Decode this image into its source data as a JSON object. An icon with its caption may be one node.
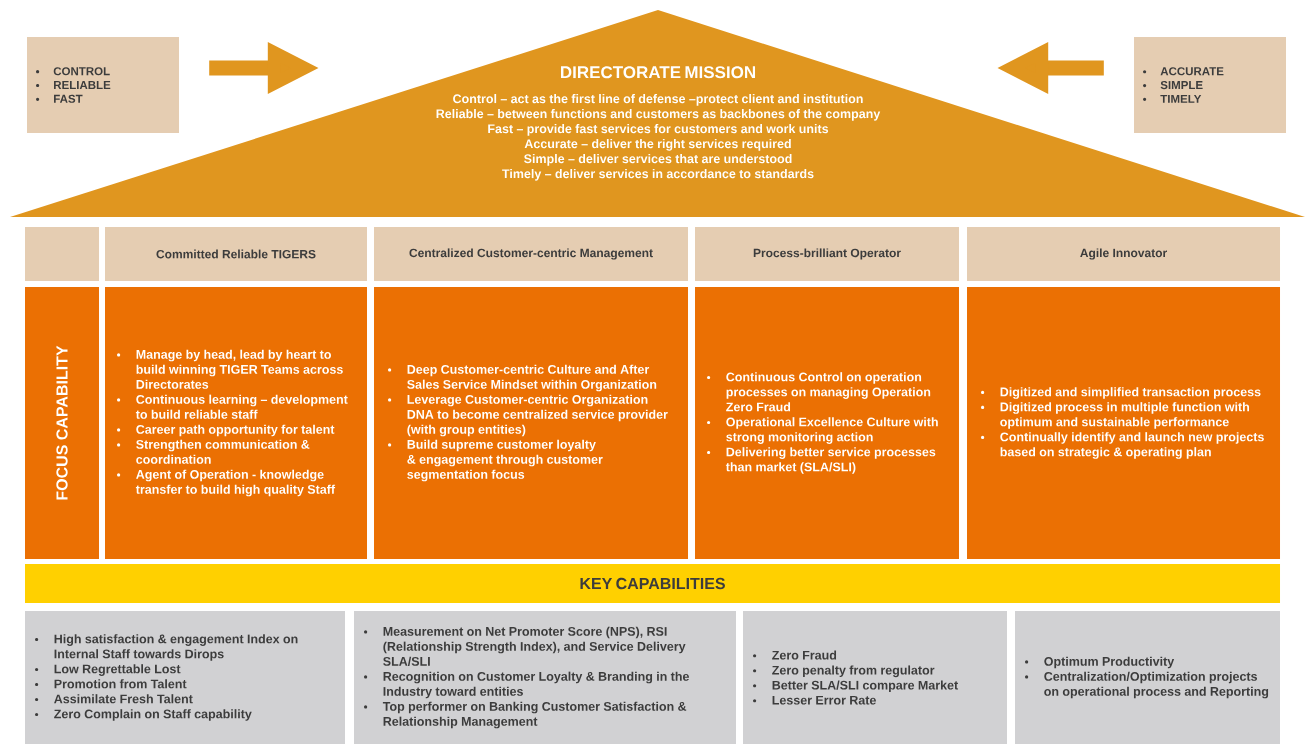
{
  "diagram": {
    "nodes": [
      {
        "text": [
          "CONTROL",
          "RELIABLE",
          "FAST"
        ]
      },
      {
        "text": [
          "DIRECTORATE MISSION",
          "Control – act as the first line of defense –protect client and institution",
          "Reliable – between functions and customers as backbones of the company",
          "Fast – provide fast services for customers and work units",
          "Accurate – deliver the right services required",
          "Simple – deliver services that are understood",
          "Timely – deliver services in accordance to standards"
        ]
      },
      {
        "text": [
          "ACCURATE",
          "SIMPLE",
          "TIMELY"
        ]
      },
      {
        "text": [],
        "shape": "box"
      },
      {
        "text": [
          "Committed Reliable TIGERS"
        ]
      },
      {
        "text": [
          "Centralized Customer-centric Management"
        ]
      },
      {
        "text": [
          "Process-brilliant Operator"
        ]
      },
      {
        "text": [
          "Agile Innovator"
        ]
      },
      {
        "text": [
          "FOCUS CAPABILITY"
        ]
      },
      {
        "text": [
          "Manage by head, lead by heart to build winning TIGER Teams across Directorates",
          "Continuous learning – development to build reliable staff",
          "Career path opportunity for talent",
          "Strengthen communication & coordination",
          "Agent of Operation - knowledge transfer to build high quality Staff"
        ]
      },
      {
        "text": [
          "Deep Customer-centric Culture and After Sales Service Mindset within Organization",
          "Leverage Customer-centric Organization DNA to become centralized service provider (with group entities)",
          "Build supreme customer loyalty & engagement through customer segmentation focus"
        ]
      },
      {
        "text": [
          "Continuous Control on operation processes on managing Operation Zero Fraud",
          "Operational Excellence Culture with strong monitoring action",
          "Delivering better service processes than market (SLA/SLI)"
        ]
      },
      {
        "text": [
          "Digitized and simplified transaction process",
          "Digitized process in multiple function with optimum and sustainable performance",
          "Continually identify and launch new projects based on strategic & operating plan"
        ]
      },
      {
        "text": [
          "KEY CAPABILITIES"
        ]
      },
      {
        "text": [
          "High satisfaction & engagement Index on Internal Staff towards Dirops",
          "Low Regrettable Lost",
          "Promotion from Talent",
          "Assimilate Fresh Talent",
          "Zero Complain on Staff capability"
        ]
      },
      {
        "text": [
          "Measurement on Net Promoter Score (NPS), RSI (Relationship Strength Index), and Service Delivery SLA/SLI",
          "Recognition on Customer Loyalty & Branding in the Industry toward entities",
          "Top performer on Banking Customer Satisfaction & Relationship Management"
        ]
      },
      {
        "text": [
          "Zero Fraud",
          "Zero penalty from regulator",
          "Better SLA/SLI compare Market",
          "Lesser Error Rate"
        ]
      },
      {
        "text": [
          "Optimum Productivity",
          "Centralization/Optimization projects on operational process and Reporting"
        ]
      }
    ],
    "edges": [
      {
        "from": 0,
        "to": 1,
        "arrow": "to"
      },
      {
        "from": 2,
        "to": 1,
        "arrow": "to"
      }
    ]
  }
}
